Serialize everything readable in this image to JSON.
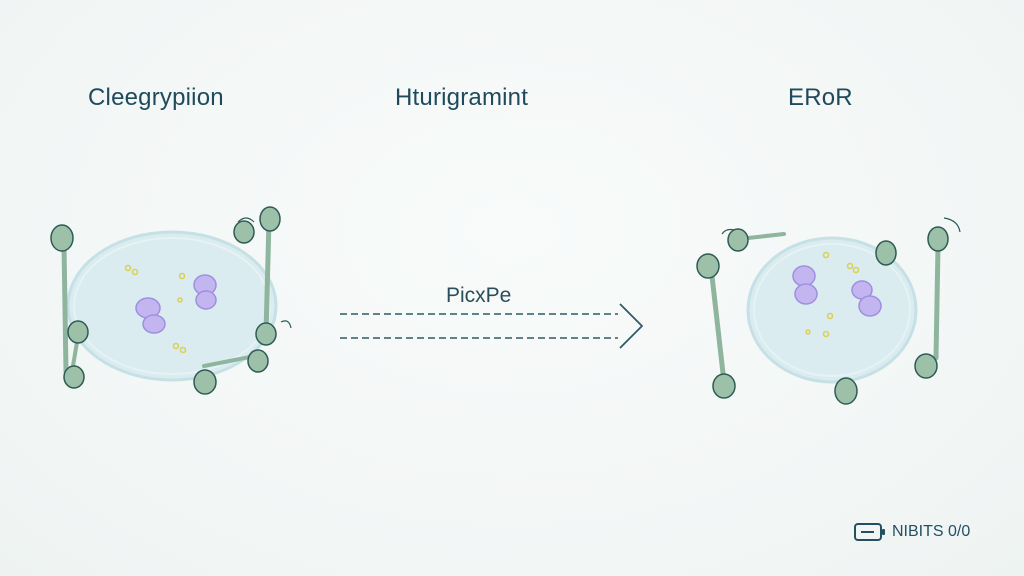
{
  "headings": {
    "left": "Cleegrypiion",
    "middle": "Hturigramint",
    "right": "ERoR"
  },
  "arrow": {
    "label": "PicxPe",
    "style": "dashed"
  },
  "brand": {
    "text": "NIBITS 0/0",
    "icon": "battery-icon"
  },
  "colors": {
    "cell_fill": "#d9ecef",
    "cell_edge": "#b9d9df",
    "appendage": "#8fb59f",
    "nucleus": "#c3b6f0",
    "granule": "#e6df7c",
    "text": "#1f4a5c"
  }
}
